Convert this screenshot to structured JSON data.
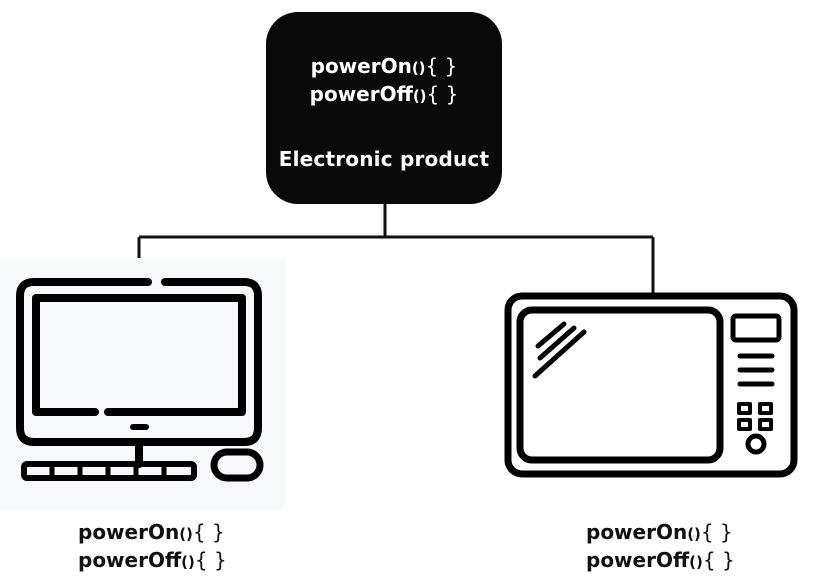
{
  "parent": {
    "title": "Electronic product",
    "methods": [
      {
        "name": "powerOn",
        "paren": "()",
        "brace": "{ }"
      },
      {
        "name": "powerOff",
        "paren": "()",
        "brace": "{ }"
      }
    ]
  },
  "children": [
    {
      "icon": "desktop-computer-icon",
      "methods": [
        {
          "name": "powerOn",
          "paren": "()",
          "brace": "{ }"
        },
        {
          "name": "powerOff",
          "paren": "()",
          "brace": "{ }"
        }
      ]
    },
    {
      "icon": "microwave-oven-icon",
      "methods": [
        {
          "name": "powerOn",
          "paren": "()",
          "brace": "{ }"
        },
        {
          "name": "powerOff",
          "paren": "()",
          "brace": "{ }"
        }
      ]
    }
  ],
  "colors": {
    "box_fill": "#0a0a0a",
    "box_text": "#ffffff",
    "line": "#111111",
    "icon_panel": "#f7f8f9"
  }
}
